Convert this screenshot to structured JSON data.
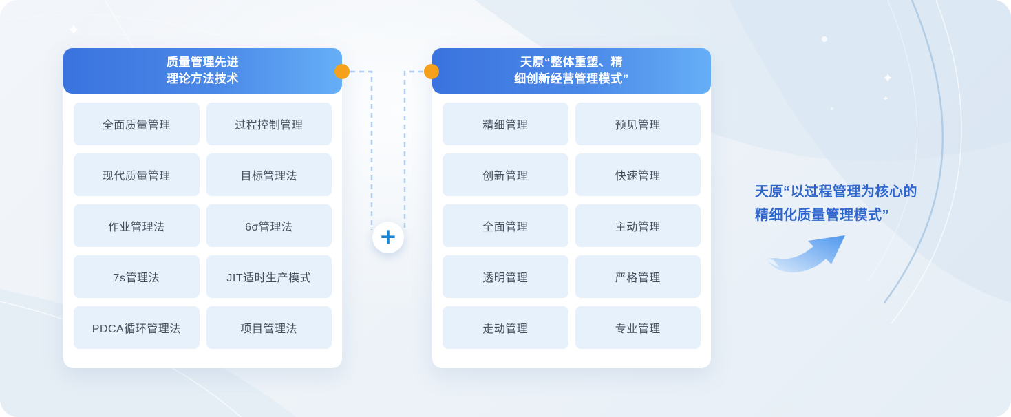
{
  "left_panel": {
    "title_line1": "质量管理先进",
    "title_line2": "理论方法技术",
    "items": [
      "全面质量管理",
      "过程控制管理",
      "现代质量管理",
      "目标管理法",
      "作业管理法",
      "6σ管理法",
      "7s管理法",
      "JIT适时生产模式",
      "PDCA循环管理法",
      "项目管理法"
    ]
  },
  "right_panel": {
    "title_line1": "天原“整体重塑、精",
    "title_line2": "细创新经营管理模式”",
    "items": [
      "精细管理",
      "预见管理",
      "创新管理",
      "快速管理",
      "全面管理",
      "主动管理",
      "透明管理",
      "严格管理",
      "走动管理",
      "专业管理"
    ]
  },
  "connector": {
    "plus_label": "+"
  },
  "result": {
    "line1": "天原“以过程管理为核心的",
    "line2": "精细化质量管理模式”"
  },
  "icons": {
    "plus": "plus-icon",
    "arrow": "curved-arrow-up-right-icon",
    "dot": "connector-dot"
  },
  "colors": {
    "header_gradient_start": "#3a73de",
    "header_gradient_end": "#66aff7",
    "item_background": "#e6f1fc",
    "item_text": "#454f5b",
    "connector_dot_orange": "#f5a11b",
    "connector_dash_blue": "#aed0f2",
    "plus_blue": "#1b87d3",
    "result_text_blue": "#2f66cc"
  }
}
